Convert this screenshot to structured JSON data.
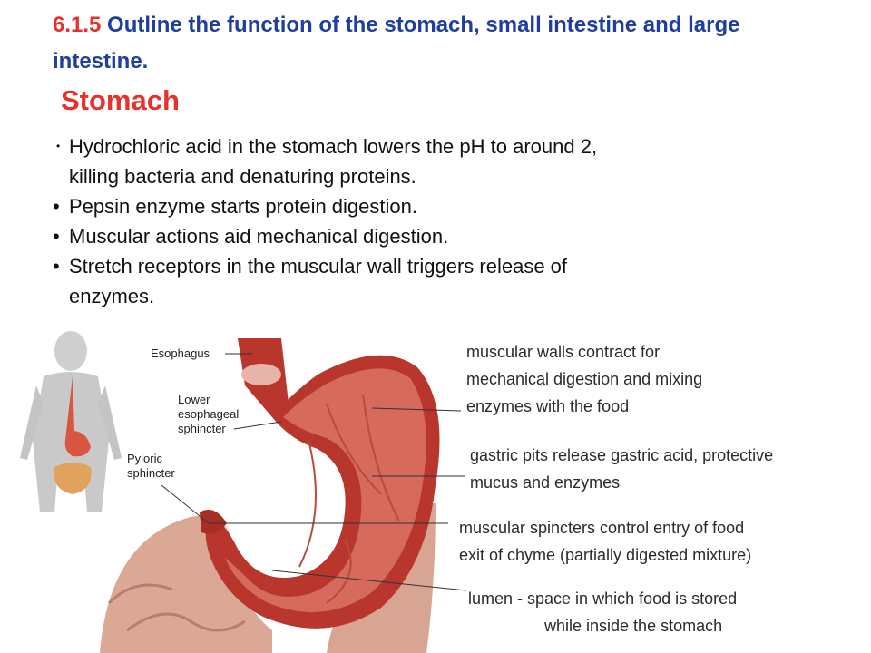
{
  "title": {
    "number": "6.1.5",
    "text": " Outline the function of the stomach, small intestine and large intestine."
  },
  "heading": "Stomach",
  "bullets": [
    {
      "line1": "Hydrochloric acid in the stomach lowers the pH to around 2,",
      "line2": "killing bacteria and denaturing proteins."
    },
    {
      "line1": "Pepsin enzyme starts protein digestion."
    },
    {
      "line1": "Muscular actions aid mechanical digestion."
    },
    {
      "line1": "Stretch receptors in the muscular wall triggers release of",
      "line2": "enzymes."
    }
  ],
  "diagram": {
    "left_labels": {
      "esophagus": "Esophagus",
      "lower_sphincter_1": "Lower",
      "lower_sphincter_2": "esophageal",
      "lower_sphincter_3": "sphincter",
      "pyloric_1": "Pyloric",
      "pyloric_2": "sphincter"
    },
    "right_labels": {
      "walls_1": "muscular walls contract for",
      "walls_2": "mechanical digestion and mixing",
      "walls_3": "enzymes with the food",
      "pits_1": "gastric pits release gastric acid, protective",
      "pits_2": "mucus and enzymes",
      "spincters_1": "muscular spincters control entry of food",
      "spincters_2": "exit of chyme (partially digested mixture)",
      "lumen_1": "lumen - space in which food is stored",
      "lumen_2": "while inside the stomach"
    },
    "colors": {
      "stomach": "#b8362c",
      "lining": "#d66a5c",
      "intestine": "#d9aa96",
      "body": "#c9c9c9"
    }
  }
}
